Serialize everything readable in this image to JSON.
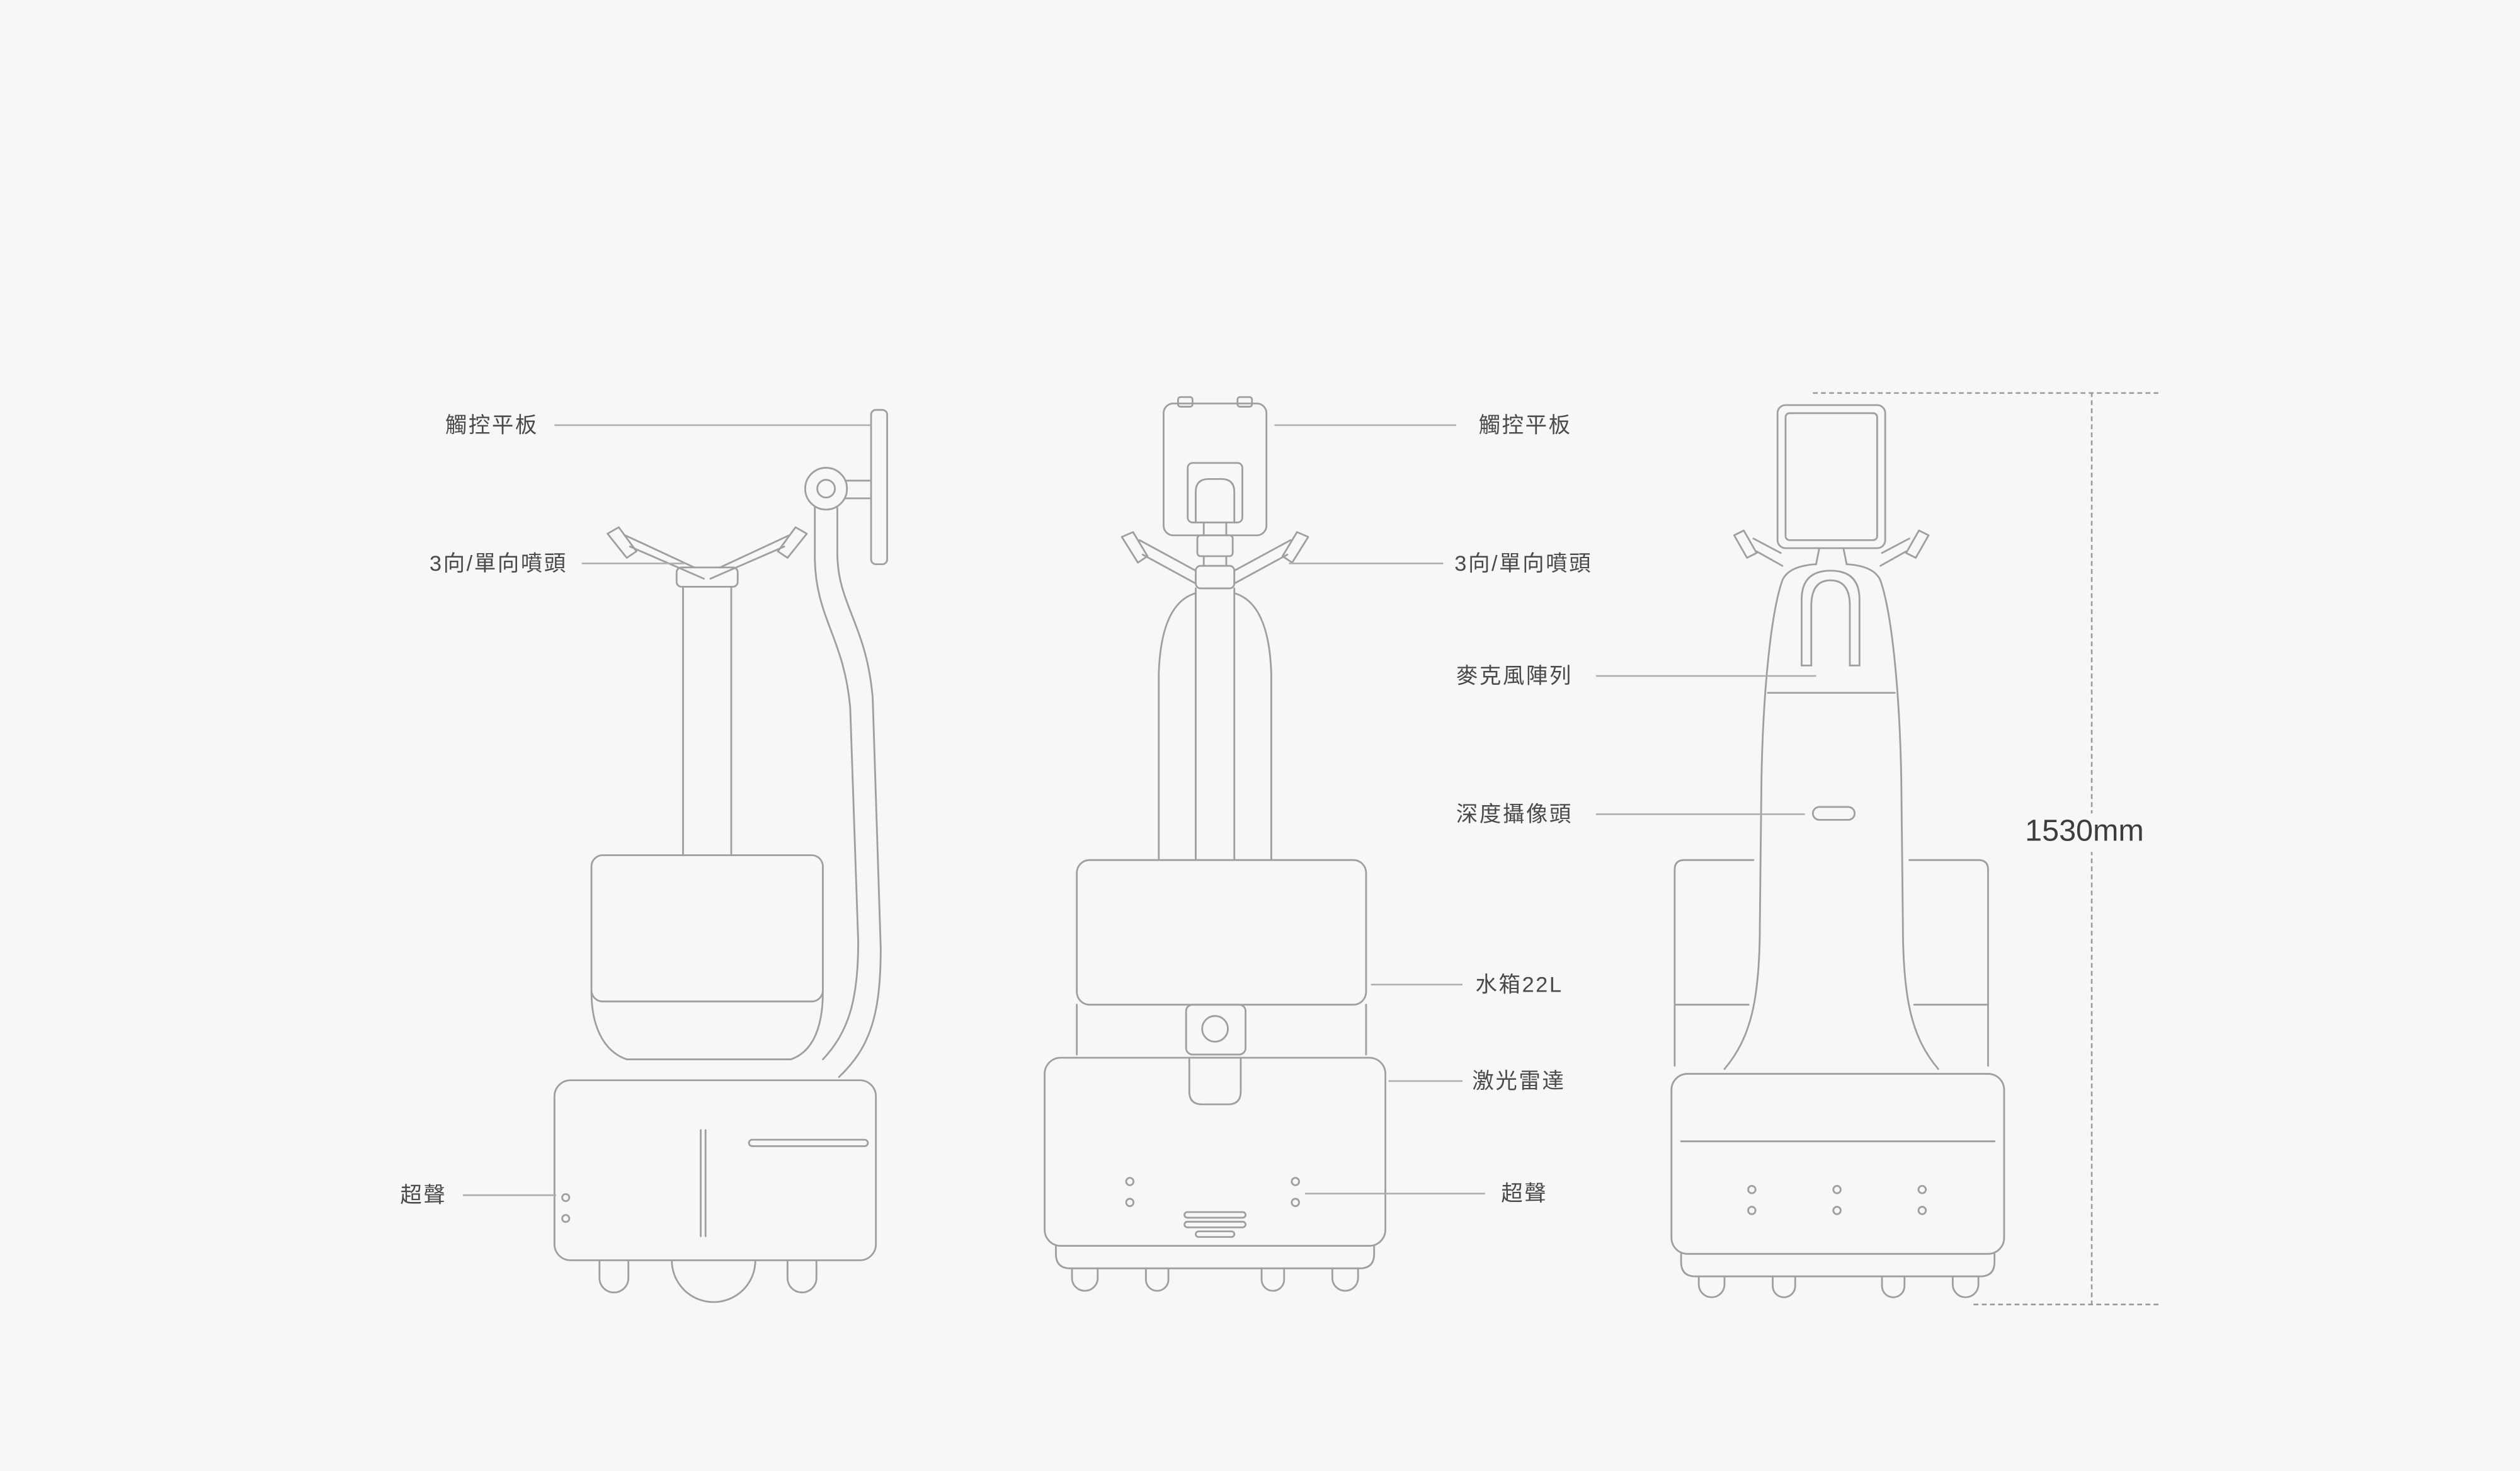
{
  "diagram": {
    "background_color": "#f7f7f7",
    "stroke_color": "#9f9f9f",
    "label_color": "#4a4a4a",
    "labels": {
      "side_touch_tablet": "觸控平板",
      "side_spray_nozzle": "3向/單向噴頭",
      "side_ultrasonic": "超聲",
      "front_touch_tablet": "觸控平板",
      "front_spray_nozzle": "3向/單向噴頭",
      "back_mic_array": "麥克風陣列",
      "back_depth_camera": "深度攝像頭",
      "front_water_tank": "水箱22L",
      "front_lidar": "激光雷達",
      "front_ultrasonic": "超聲"
    },
    "dimension": {
      "height_label": "1530mm"
    }
  }
}
